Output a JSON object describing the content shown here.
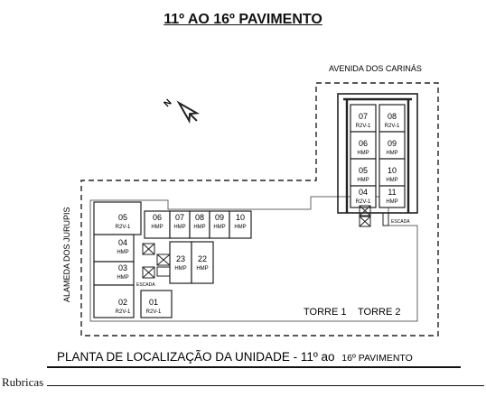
{
  "title": "11º AO 16º PAVIMENTO",
  "streets": {
    "avenida": "AVENIDA DOS CARINÁS",
    "alameda": "ALAMEDA DOS JURUPIS"
  },
  "north_label": "N",
  "towers": {
    "t1": "TORRE 1",
    "t2": "TORRE 2"
  },
  "stair_label": "ESCADA",
  "units": [
    {
      "num": "07",
      "type": "R2V-1"
    },
    {
      "num": "08",
      "type": "R2V-1"
    },
    {
      "num": "06",
      "type": "HMP"
    },
    {
      "num": "09",
      "type": "HMP"
    },
    {
      "num": "05",
      "type": "HMP"
    },
    {
      "num": "10",
      "type": "HMP"
    },
    {
      "num": "04",
      "type": "R2V-1"
    },
    {
      "num": "11",
      "type": "HMP"
    },
    {
      "num": "05",
      "type": "R2V-1"
    },
    {
      "num": "06",
      "type": "HMP"
    },
    {
      "num": "07",
      "type": "HMP"
    },
    {
      "num": "08",
      "type": "HMP"
    },
    {
      "num": "09",
      "type": "HMP"
    },
    {
      "num": "10",
      "type": "HMP"
    },
    {
      "num": "04",
      "type": "HMP"
    },
    {
      "num": "03",
      "type": "HMP"
    },
    {
      "num": "23",
      "type": "HMP"
    },
    {
      "num": "22",
      "type": "HMP"
    },
    {
      "num": "02",
      "type": "R2V-1"
    },
    {
      "num": "01",
      "type": "R2V-1"
    }
  ],
  "caption": {
    "main": "PLANTA DE LOCALIZAÇÃO DA UNIDADE - 11º ao",
    "tail": "16º PAVIMENTO"
  },
  "rubricas": "Rubricas"
}
